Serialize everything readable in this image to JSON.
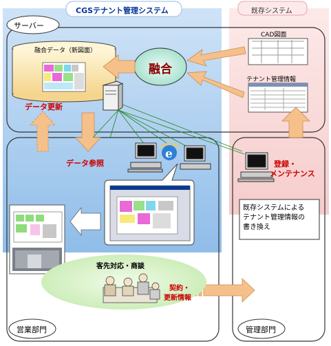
{
  "cgs_system": {
    "title": "CGSテナント管理システム"
  },
  "legacy_system": {
    "title": "既存システム"
  },
  "server": {
    "label": "サーバー"
  },
  "fusion_db": {
    "label": "融合データ（新図面）"
  },
  "fusion": {
    "label": "融合"
  },
  "cad": {
    "label": "CAD図面"
  },
  "tenant_info": {
    "label": "テナント管理情報"
  },
  "data_update": {
    "label": "データ更新"
  },
  "data_reference": {
    "label": "データ参照"
  },
  "registration": {
    "line1": "登録・",
    "line2": "メンテナンス"
  },
  "note": {
    "line1": "既存システムによる",
    "line2": "テナント管理情報の",
    "line3": "書き換え"
  },
  "customer": {
    "label": "客先対応・商談"
  },
  "contract": {
    "line1": "契約・",
    "line2": "更新情報"
  },
  "sales_dept": {
    "label": "営業部門"
  },
  "mgmt_dept": {
    "label": "管理部門"
  },
  "colors": {
    "cgs_bg": "#9ec8ee",
    "legacy_bg": "#f9d6d6",
    "arrow": "#f6c08a",
    "fusion": "#b7e6d9",
    "customer": "#d8f0c8"
  }
}
